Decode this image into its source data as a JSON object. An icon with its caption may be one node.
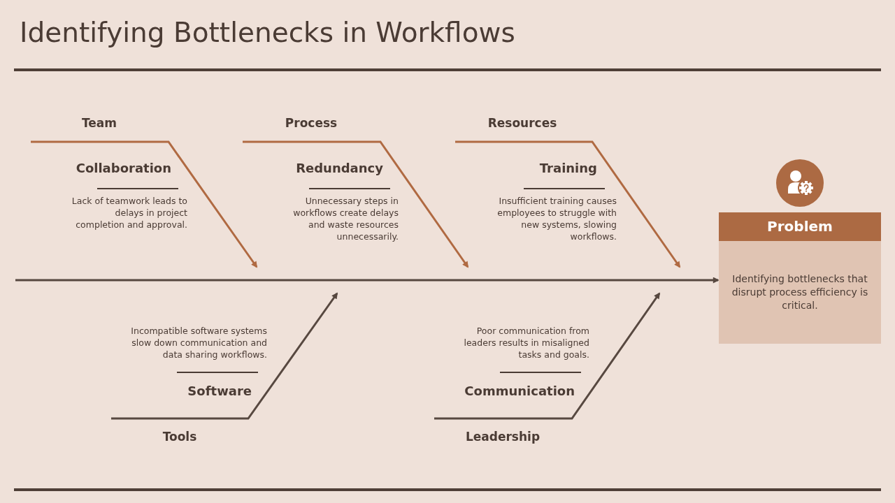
{
  "diagram": {
    "title": "Identifying Bottlenecks in Workflows",
    "nodes": [
      {
        "text": [
          "Team"
        ],
        "beside": [
          "Collaboration",
          "Lack of teamwork leads to delays in project completion and approval."
        ]
      },
      {
        "text": [
          "Process"
        ],
        "beside": [
          "Redundancy",
          "Unnecessary steps in workflows create delays and waste resources unnecessarily."
        ]
      },
      {
        "text": [
          "Resources"
        ],
        "beside": [
          "Training",
          "Insufficient training causes employees to struggle with new systems, slowing workflows."
        ]
      },
      {
        "text": [
          "Tools"
        ],
        "beside": [
          "Software",
          "Incompatible software systems slow down communication and data sharing workflows."
        ]
      },
      {
        "text": [
          "Leadership"
        ],
        "beside": [
          "Communication",
          "Poor communication from leaders results in misaligned tasks and goals."
        ]
      },
      {
        "text": [
          "Problem",
          "Identifying bottlenecks that disrupt process efficiency is critical."
        ]
      }
    ],
    "edges": [
      {
        "from": 0,
        "to": null,
        "arrow": "to",
        "color": "#b06a42"
      },
      {
        "from": 1,
        "to": null,
        "arrow": "to",
        "color": "#b06a42"
      },
      {
        "from": 2,
        "to": null,
        "arrow": "to",
        "color": "#b06a42"
      },
      {
        "from": 3,
        "to": null,
        "arrow": "to"
      },
      {
        "from": 4,
        "to": null,
        "arrow": "to"
      },
      {
        "from": null,
        "to": 5,
        "arrow": "to"
      }
    ]
  }
}
